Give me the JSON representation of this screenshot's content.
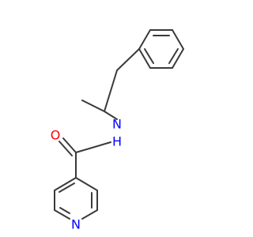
{
  "molecule": {
    "atoms": {
      "oxygen": {
        "label": "O",
        "color": "#ff0000"
      },
      "amide_nitrogen": {
        "label": "N",
        "color": "#0000ff"
      },
      "amide_hydrogen": {
        "label": "H",
        "color": "#0000ff"
      },
      "pyridine_nitrogen": {
        "label": "N",
        "color": "#0000ff"
      }
    },
    "bond_color": "#3a3a3a",
    "background": "#ffffff"
  }
}
